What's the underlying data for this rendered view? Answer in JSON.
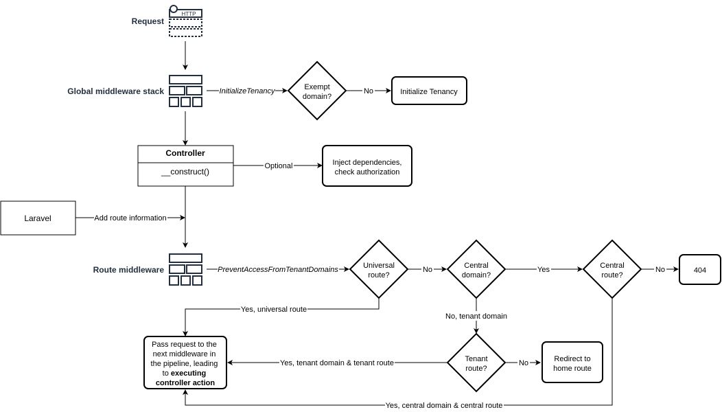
{
  "request": {
    "label": "Request",
    "icon": "http-request-icon",
    "icon_text": "HTTP"
  },
  "global_middleware": {
    "label": "Global middleware stack",
    "icon": "middleware-stack-icon",
    "edge_label": "InitializeTenancy"
  },
  "exempt_domain": {
    "lines": [
      "Exempt",
      "domain?"
    ],
    "no_label": "No"
  },
  "initialize_tenancy": {
    "label": "Initialize Tenancy"
  },
  "controller": {
    "title": "Controller",
    "method": "__construct()",
    "edge_label": "Optional"
  },
  "inject": {
    "lines": [
      "Inject dependencies,",
      "check authorization"
    ]
  },
  "laravel": {
    "label": "Laravel",
    "edge_label": "Add route information"
  },
  "route_middleware": {
    "label": "Route middleware",
    "icon": "middleware-stack-icon",
    "edge_label": "PreventAccessFromTenantDomains"
  },
  "universal_route": {
    "lines": [
      "Universal",
      "route?"
    ],
    "no_label": "No",
    "yes_label": "Yes, universal route"
  },
  "central_domain": {
    "lines": [
      "Central",
      "domain?"
    ],
    "yes_label": "Yes",
    "no_label": "No, tenant domain"
  },
  "central_route": {
    "lines": [
      "Central",
      "route?"
    ],
    "no_label": "No",
    "yes_label": "Yes, central domain & central route"
  },
  "not_found": {
    "label": "404"
  },
  "tenant_route": {
    "lines": [
      "Tenant",
      "route?"
    ],
    "no_label": "No",
    "yes_label": "Yes, tenant domain & tenant route"
  },
  "redirect": {
    "lines": [
      "Redirect to",
      "home route"
    ]
  },
  "pass_request": {
    "lines": [
      "Pass request to the",
      "next middleware in",
      "the pipeline, leading",
      "to "
    ],
    "bold_inline": "executing",
    "bold_line": "controller action"
  }
}
